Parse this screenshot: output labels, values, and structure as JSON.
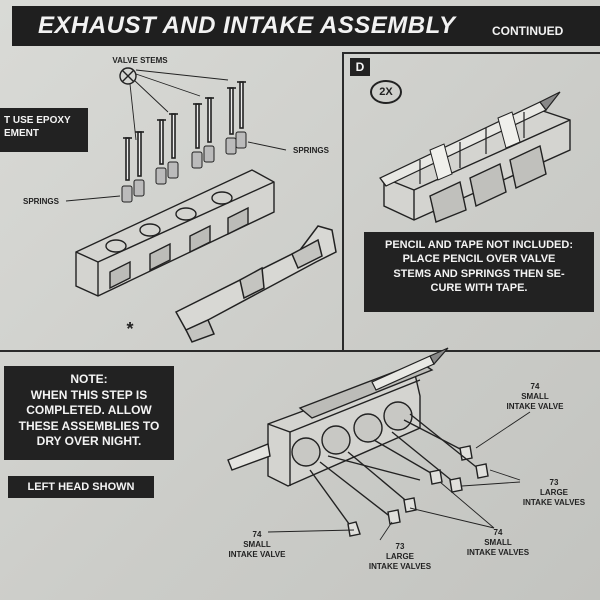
{
  "header": {
    "title": "EXHAUST AND INTAKE ASSEMBLY",
    "subtitle": "CONTINUED"
  },
  "panel_c": {
    "epoxy_line1": "T USE EPOXY",
    "epoxy_line2": "EMENT",
    "valve_stems_label": "VALVE STEMS",
    "springs_right_label": "SPRINGS",
    "springs_left_label": "SPRINGS",
    "asterisk": "*"
  },
  "panel_d": {
    "letter": "D",
    "count": "2X",
    "note_lines": [
      "PENCIL AND TAPE NOT INCLUDED:",
      "PLACE PENCIL OVER VALVE",
      "STEMS AND SPRINGS THEN SE-",
      "CURE WITH TAPE."
    ]
  },
  "panel_e": {
    "note_lines": [
      "NOTE:",
      "WHEN THIS STEP IS",
      "COMPLETED. ALLOW",
      "THESE ASSEMBLIES TO",
      "DRY OVER NIGHT."
    ],
    "left_head": "LEFT HEAD SHOWN",
    "callouts": {
      "top_right": {
        "num": "74",
        "l1": "SMALL",
        "l2": "INTAKE VALVE"
      },
      "mid_right": {
        "num": "73",
        "l1": "LARGE",
        "l2": "INTAKE VALVES"
      },
      "bottom_left": {
        "num": "74",
        "l1": "SMALL",
        "l2": "INTAKE VALVE"
      },
      "bottom_mid": {
        "num": "73",
        "l1": "LARGE",
        "l2": "INTAKE VALVES"
      },
      "bottom_right": {
        "num": "74",
        "l1": "SMALL",
        "l2": "INTAKE VALVES"
      }
    }
  }
}
